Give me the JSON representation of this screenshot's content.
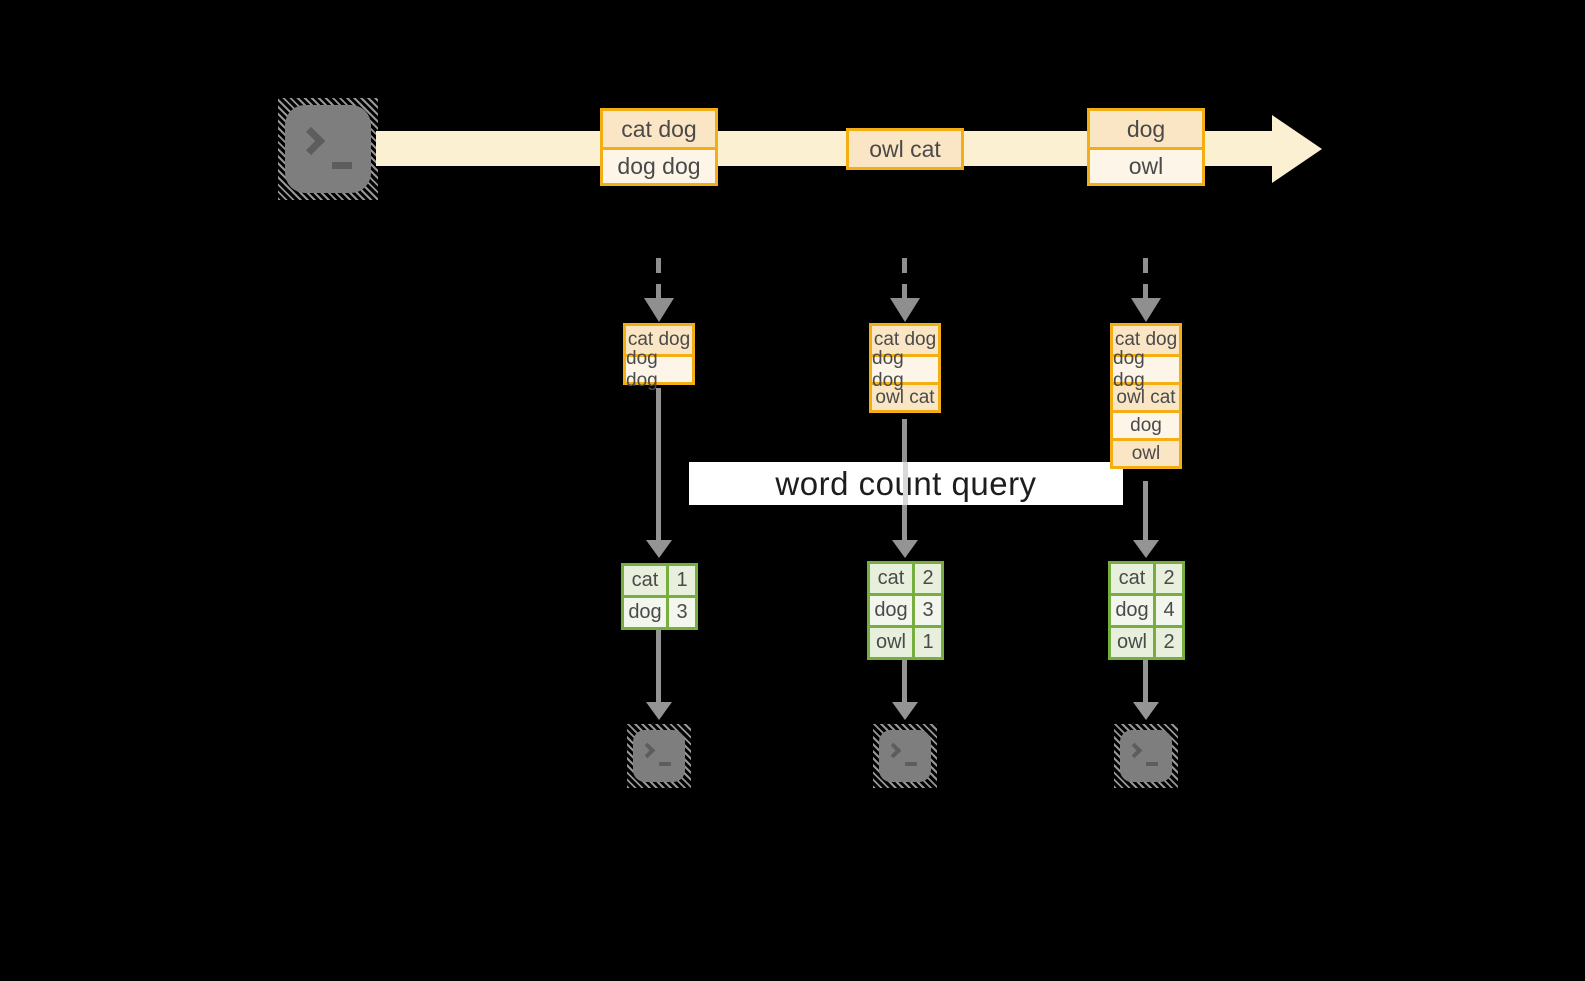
{
  "banner": {
    "label": "word count query"
  },
  "stream": {
    "events": [
      {
        "lines": [
          "cat dog",
          "dog dog"
        ]
      },
      {
        "lines": [
          "owl cat"
        ]
      },
      {
        "lines": [
          "dog",
          "owl"
        ]
      }
    ]
  },
  "columns": [
    {
      "batch": [
        "cat dog",
        "dog dog"
      ],
      "counts": [
        {
          "word": "cat",
          "count": "1"
        },
        {
          "word": "dog",
          "count": "3"
        }
      ]
    },
    {
      "batch": [
        "cat dog",
        "dog dog",
        "owl cat"
      ],
      "counts": [
        {
          "word": "cat",
          "count": "2"
        },
        {
          "word": "dog",
          "count": "3"
        },
        {
          "word": "owl",
          "count": "1"
        }
      ]
    },
    {
      "batch": [
        "cat dog",
        "dog dog",
        "owl cat",
        "dog",
        "owl"
      ],
      "counts": [
        {
          "word": "cat",
          "count": "2"
        },
        {
          "word": "dog",
          "count": "4"
        },
        {
          "word": "owl",
          "count": "2"
        }
      ]
    }
  ],
  "icons": {
    "source": "terminal-icon",
    "sinks": [
      "terminal-icon",
      "terminal-icon",
      "terminal-icon"
    ]
  },
  "colors": {
    "background": "#000000",
    "stream_fill": "#FBF0D2",
    "box_border": "#F2AE12",
    "box_fill_dark": "#FAE6C5",
    "box_fill_light": "#FDF5E7",
    "table_border": "#76AE3F",
    "table_fill_dark": "#E8EFDC",
    "table_fill_light": "#F2F6ED",
    "arrow_gray": "#949494",
    "banner_bg": "#FFFFFF",
    "banner_text": "#1D1D1D",
    "box_text": "#4A4A4A"
  }
}
